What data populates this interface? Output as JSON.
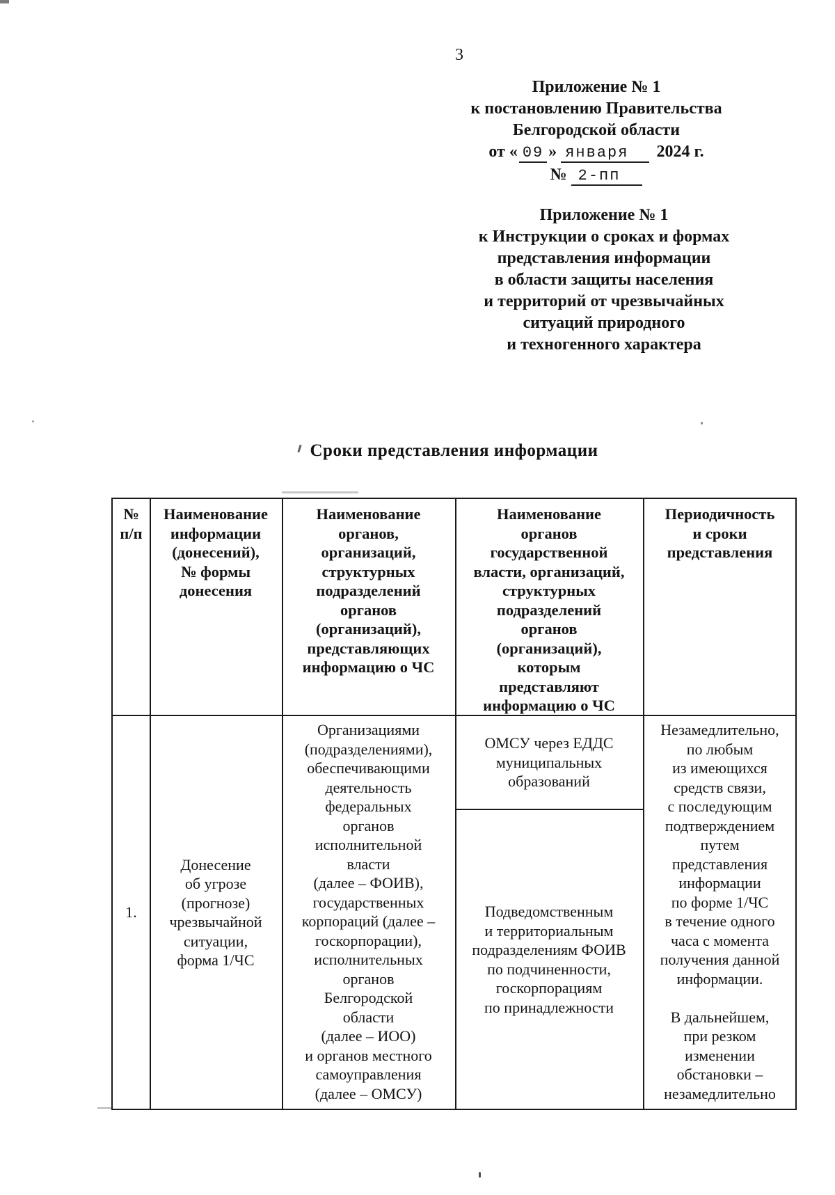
{
  "page": {
    "number": "3"
  },
  "resolution_ref": {
    "line1": "Приложение № 1",
    "line2": "к постановлению Правительства",
    "line3": "Белгородской области",
    "date_prefix": "от «",
    "date_day": "09",
    "date_close": "»",
    "date_month": "января",
    "date_year": "2024 г.",
    "number_sign": "№",
    "number_value": "2-пп"
  },
  "instruction_ref": {
    "lines": [
      "Приложение № 1",
      "к Инструкции о сроках и формах",
      "представления информации",
      "в области защиты населения",
      "и территорий от чрезвычайных",
      "ситуаций природного",
      "и техногенного характера"
    ]
  },
  "table_title": "Сроки представления информации",
  "table": {
    "header": {
      "col1": [
        "№",
        "п/п"
      ],
      "col2": [
        "Наименование",
        "информации",
        "(донесений),",
        "№ формы",
        "донесения"
      ],
      "col3": [
        "Наименование",
        "органов,",
        "организаций,",
        "структурных",
        "подразделений",
        "органов",
        "(организаций),",
        "представляющих",
        "информацию о ЧС"
      ],
      "col4": [
        "Наименование",
        "органов",
        "государственной",
        "власти, организаций,",
        "структурных",
        "подразделений",
        "органов",
        "(организаций),",
        "которым",
        "представляют",
        "информацию о ЧС"
      ],
      "col5": [
        "Периодичность",
        "и сроки",
        "представления"
      ]
    },
    "rows": [
      {
        "num": "1.",
        "info_name": [
          "Донесение",
          "об угрозе",
          "(прогнозе)",
          "чрезвычайной",
          "ситуации,",
          "форма 1/ЧС"
        ],
        "providers": [
          "Организациями",
          "(подразделениями),",
          "обеспечивающими",
          "деятельность",
          "федеральных",
          "органов",
          "исполнительной",
          "власти",
          "(далее – ФОИВ),",
          "государственных",
          "корпораций (далее –",
          "госкорпорации),",
          "исполнительных",
          "органов",
          "Белгородской",
          "области",
          "(далее – ИОО)",
          "и органов местного",
          "самоуправления",
          "(далее – ОМСУ)"
        ],
        "recipients_a": [
          "ОМСУ через ЕДДС",
          "муниципальных",
          "образований"
        ],
        "recipients_b": [
          "Подведомственным",
          "и территориальным",
          "подразделениям ФОИВ",
          "по подчиненности,",
          "госкорпорациям",
          "по принадлежности"
        ],
        "periodicity": [
          "Незамедлительно,",
          "по любым",
          "из имеющихся",
          "средств связи,",
          "с последующим",
          "подтверждением",
          "путем",
          "представления",
          "информации",
          "по форме 1/ЧС",
          "в течение одного",
          "часа с момента",
          "получения данной",
          "информации.",
          "",
          "В дальнейшем,",
          "при резком",
          "изменении",
          "обстановки –",
          "незамедлительно"
        ]
      }
    ]
  }
}
